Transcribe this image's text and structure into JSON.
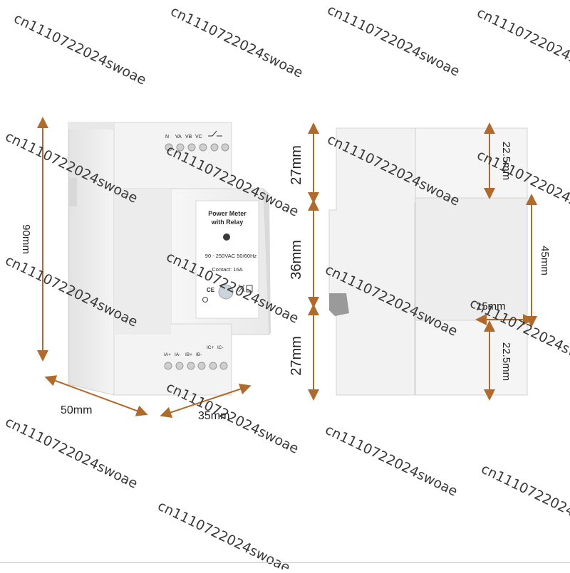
{
  "product": {
    "front_label": {
      "title_line1": "Power Meter",
      "title_line2": "with Relay",
      "voltage": "90 - 250VAC 50/60Hz",
      "contact": "Contact: 16A",
      "ce_mark": "CE"
    },
    "top_terminals": [
      "N",
      "VA",
      "VB",
      "VC"
    ],
    "bottom_terminals": [
      "IA+",
      "IA-",
      "IB+",
      "IB-",
      "IC+",
      "IC-"
    ]
  },
  "dimensions": {
    "height": "90mm",
    "width": "50mm",
    "depth": "35mm",
    "side_top": "27mm",
    "side_middle": "36mm",
    "side_bottom": "27mm",
    "rail_top": "22.5mm",
    "rail_bottom": "22.5mm",
    "front_step": "45mm",
    "step_depth": "15mm"
  },
  "watermark": "cn1110722024swoae",
  "colors": {
    "arrow": "#b06a2c",
    "housing": "#f1f1f1",
    "housing_shade": "#dcdcdc",
    "label_bg": "#ffffff"
  }
}
